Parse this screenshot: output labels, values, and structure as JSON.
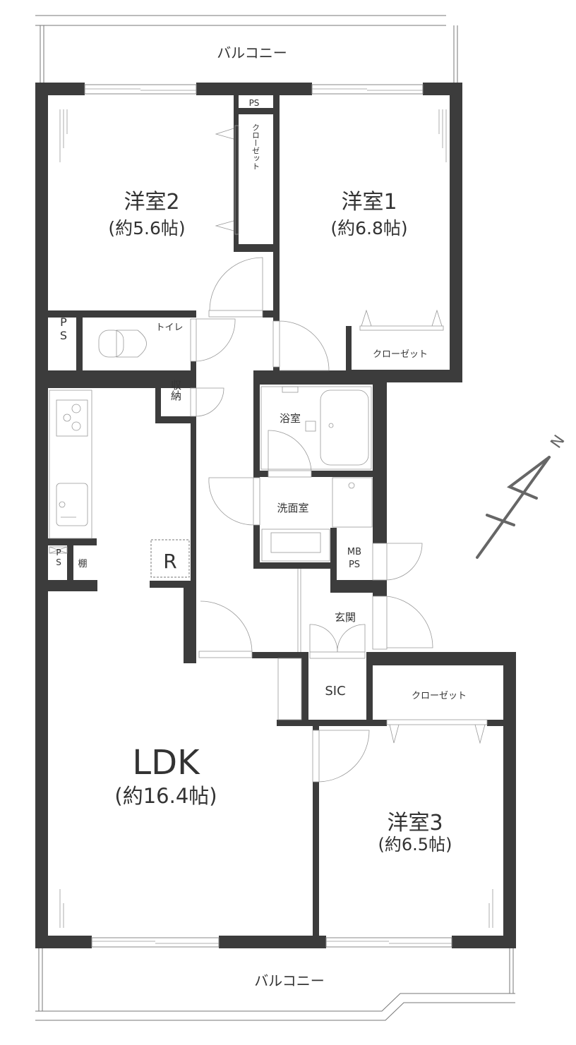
{
  "balcony_top": "バルコニー",
  "balcony_bottom": "バルコニー",
  "rooms": {
    "western2": {
      "name": "洋室2",
      "size": "(約5.6帖)"
    },
    "western1": {
      "name": "洋室1",
      "size": "(約6.8帖)"
    },
    "western3": {
      "name": "洋室3",
      "size": "(約6.5帖)"
    },
    "ldk": {
      "name": "LDK",
      "size": "(約16.4帖)"
    }
  },
  "labels": {
    "ps_top": "PS",
    "closet_w2": "クローゼット",
    "closet_w1": "クローゼット",
    "closet_w3": "クローゼット",
    "toilet": "トイレ",
    "ps_left": "PS",
    "storage": "収納",
    "bath": "浴室",
    "washroom": "洗面室",
    "mb_ps_1": "MB",
    "mb_ps_2": "PS",
    "refrigerator": "R",
    "ps_kitchen": "PS",
    "shelf": "棚",
    "entrance": "玄関",
    "sic": "SIC",
    "north": "N"
  },
  "colors": {
    "wall": "#3c3c3c",
    "text": "#333333"
  }
}
